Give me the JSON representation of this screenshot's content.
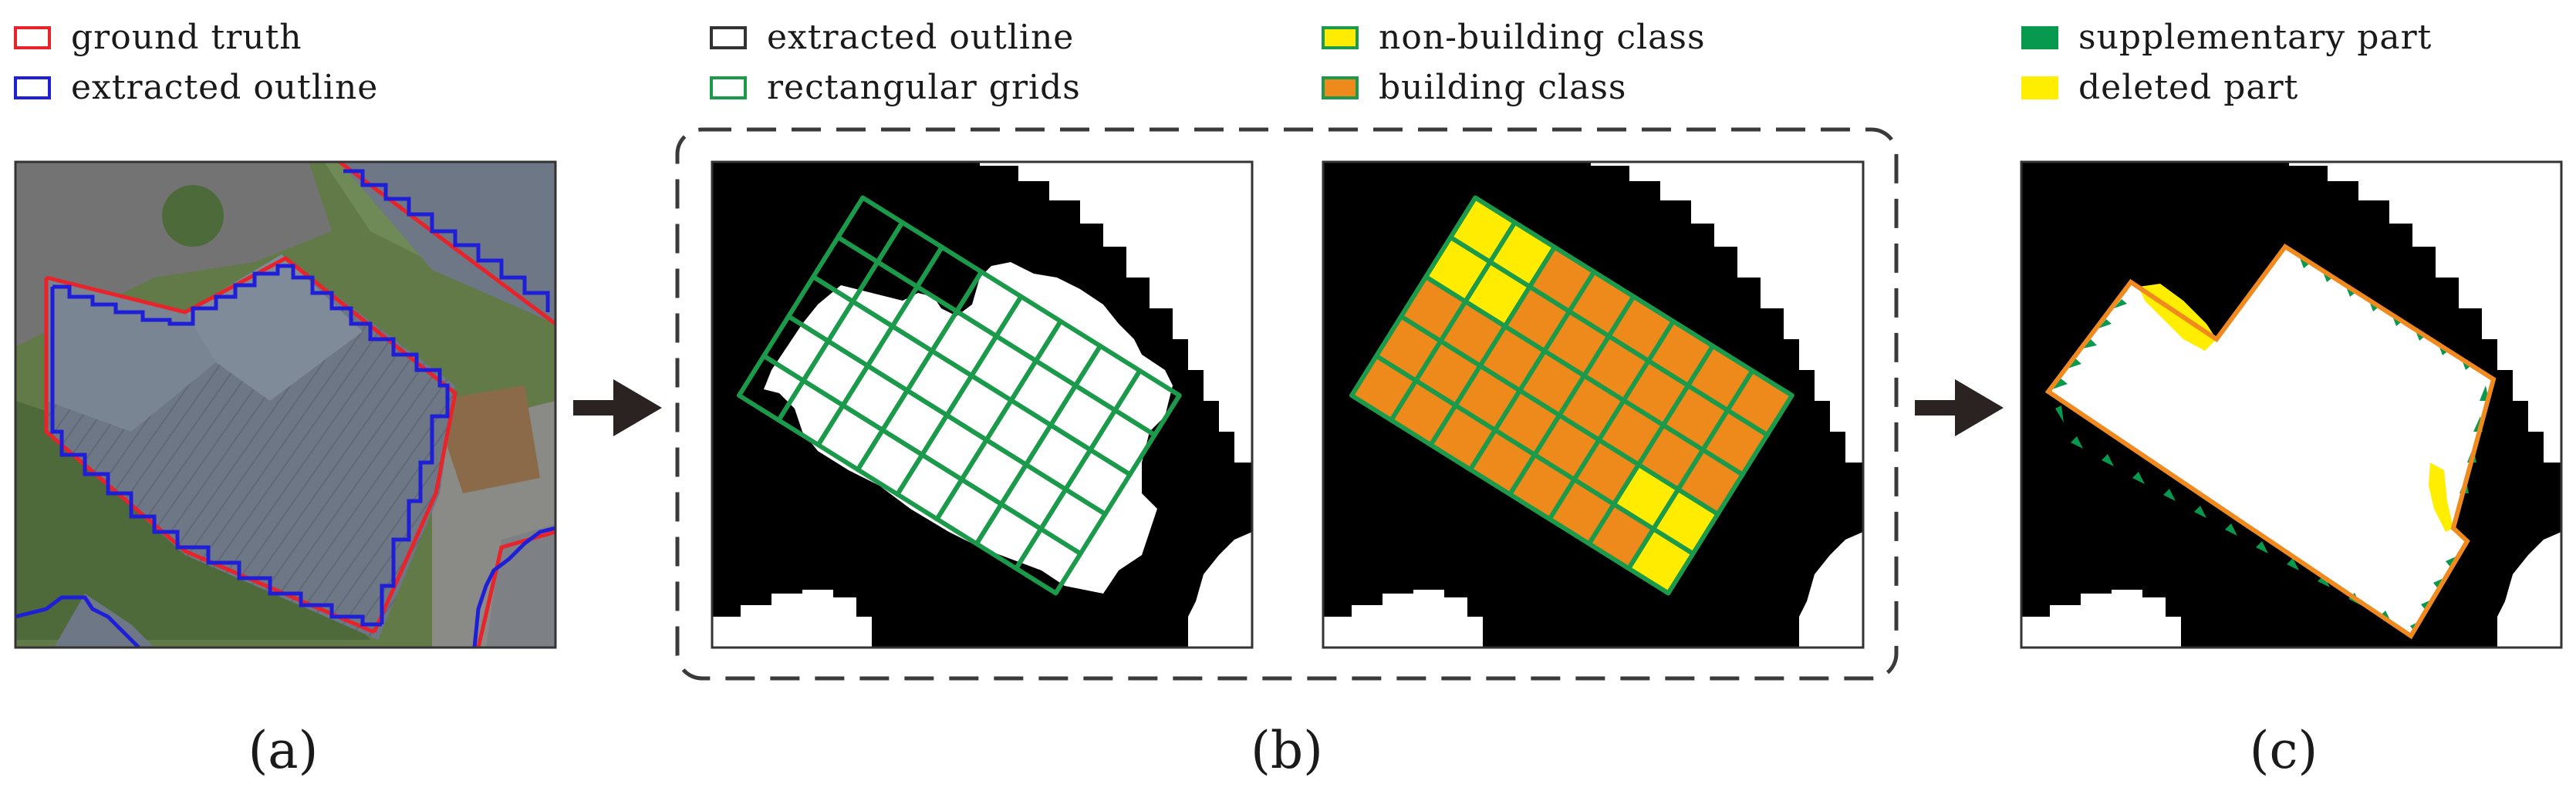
{
  "legend_a": [
    {
      "label": "ground truth",
      "icon": "red-outline-swatch",
      "color": "#e8232a"
    },
    {
      "label": "extracted outline",
      "icon": "blue-outline-swatch",
      "color": "#1f1fd8"
    }
  ],
  "legend_b": [
    {
      "label": "extracted outline",
      "icon": "black-outline-swatch",
      "color": "#333333"
    },
    {
      "label": "rectangular grids",
      "icon": "green-outline-swatch",
      "color": "#1a9a4a"
    },
    {
      "label": "non-building class",
      "icon": "yellow-filled-swatch",
      "color": "#ffec00"
    },
    {
      "label": "building class",
      "icon": "orange-filled-swatch",
      "color": "#ee8a1c"
    }
  ],
  "legend_c": [
    {
      "label": "supplementary part",
      "icon": "green-filled-swatch",
      "color": "#07994e"
    },
    {
      "label": "deleted part",
      "icon": "yellow-filled-swatch",
      "color": "#ffee00"
    }
  ],
  "panel_labels": {
    "a": "(a)",
    "b": "(b)",
    "c": "(c)"
  },
  "colors": {
    "grid_green": "#1a9a4a",
    "building_orange": "#ee8a1c",
    "nonbuilding_yellow": "#ffec00",
    "outline_orange": "#f08a1f",
    "arrow": "#2b2321",
    "frame_dash": "#3a3a3a"
  }
}
